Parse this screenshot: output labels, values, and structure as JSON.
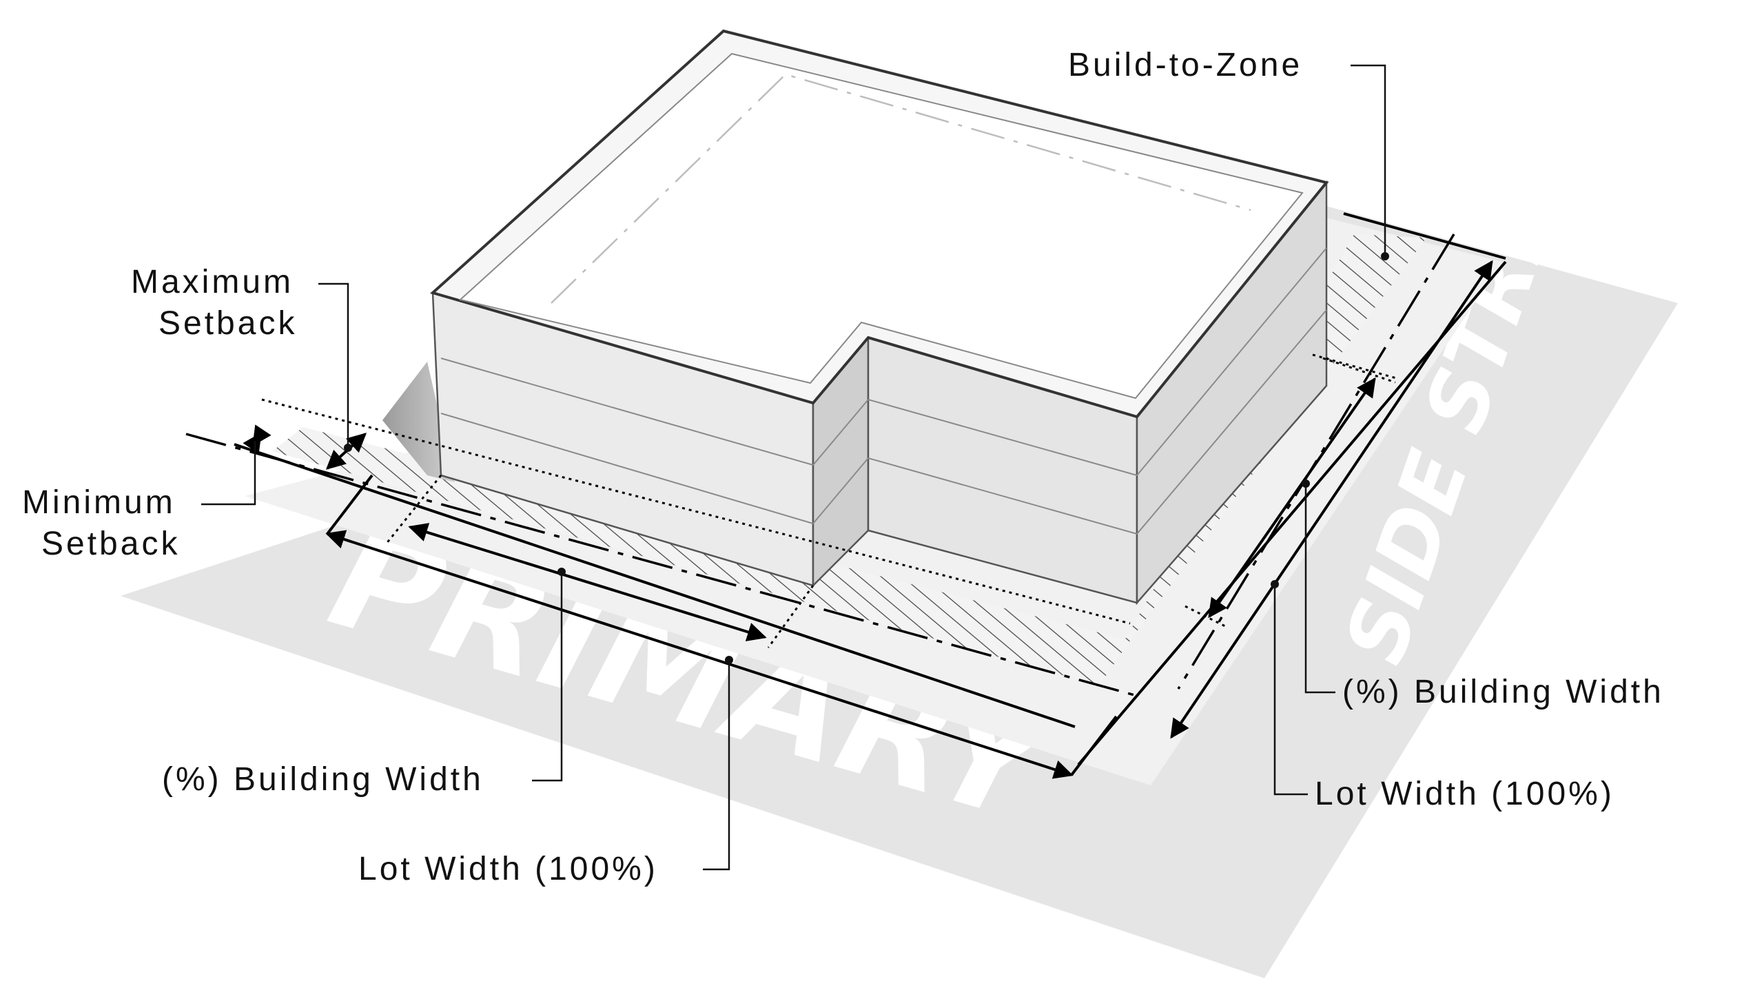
{
  "callouts": {
    "build_to_zone": "Build-to-Zone",
    "max_setback_line1": "Maximum",
    "max_setback_line2": "Setback",
    "min_setback_line1": "Minimum",
    "min_setback_line2": "Setback",
    "building_width_primary": "(%) Building Width",
    "lot_width_primary": "Lot Width (100%)",
    "building_width_side": "(%) Building Width",
    "lot_width_side": "Lot Width (100%)"
  },
  "streets": {
    "primary": "PRIMARY",
    "side": "SIDE STREET"
  },
  "colors": {
    "street": "#e5e5e5",
    "lot": "#f1f1f1",
    "building_face_light": "#e9e9e9",
    "building_face_mid": "#dcdcdc",
    "roof": "#ffffff",
    "ink": "#111111"
  }
}
